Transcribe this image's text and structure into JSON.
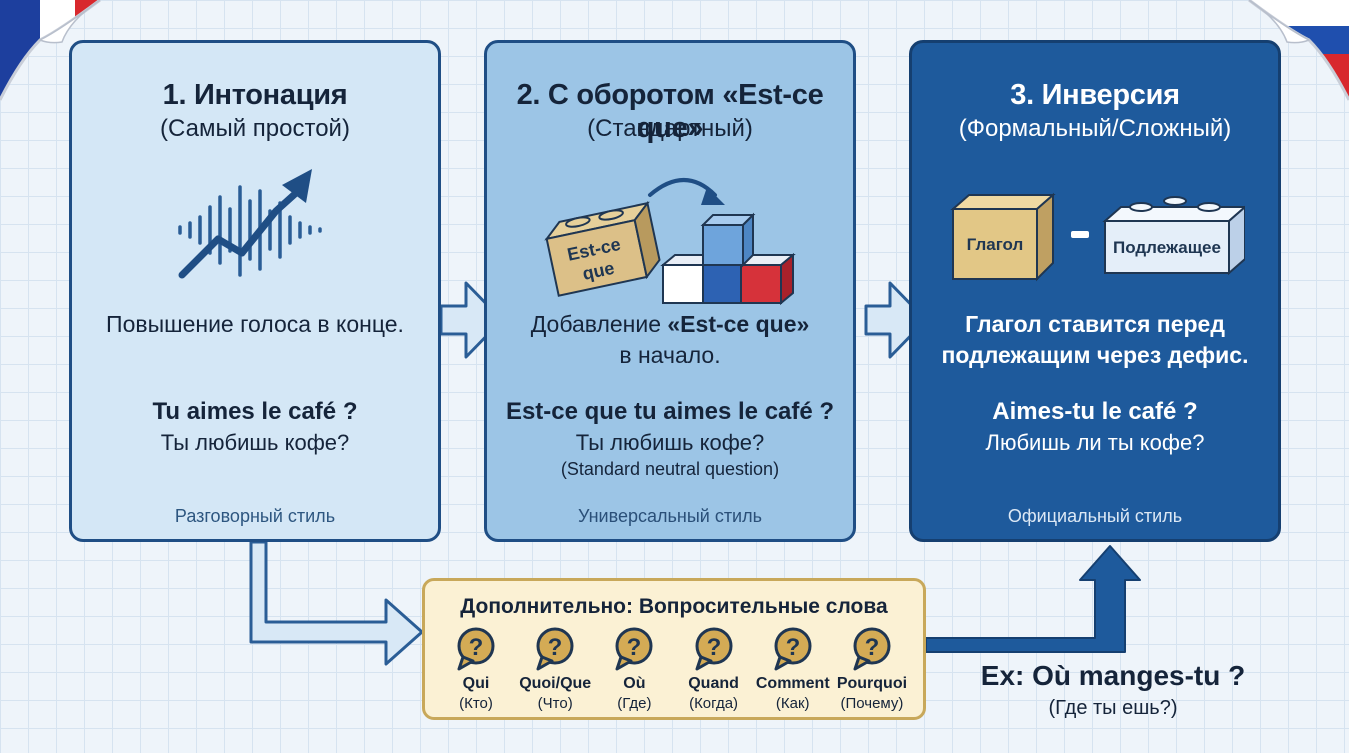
{
  "colors": {
    "panel1_bg": "#d4e7f6",
    "panel2_bg": "#9cc5e6",
    "panel3_bg": "#1e5a9c",
    "accent_blue": "#1f4e85",
    "extra_bg": "#fbf1d4",
    "extra_border": "#c8a85a",
    "qicon_fill": "#d4ab55"
  },
  "panels": [
    {
      "title": "1. Интонация",
      "subtitle": "(Самый простой)",
      "icon": "rising-intonation-wave-icon",
      "description": "Повышение голоса в конце.",
      "example": "Tu aimes le café ?",
      "translation": "Ты любишь кофе?",
      "footer": "Разговорный стиль"
    },
    {
      "title": "2. С оборотом «Est-ce que»",
      "subtitle": "(Стандартный)",
      "icon": "building-blocks-icon",
      "block_label_line1": "Est-ce",
      "block_label_line2": "que",
      "description_prefix": "Добавление ",
      "description_bold": "«Est-ce que»",
      "description_suffix": "в начало.",
      "example": "Est-ce que tu aimes le café ?",
      "translation": "Ты любишь кофе?",
      "note": "(Standard neutral question)",
      "footer": "Универсальный стиль"
    },
    {
      "title": "3. Инверсия",
      "subtitle": "(Формальный/Сложный)",
      "icon": "verb-subject-blocks-icon",
      "block_verb": "Глагол",
      "block_subject": "Подлежащее",
      "description": "Глагол ставится перед подлежащим через дефис.",
      "example": "Aimes-tu le café ?",
      "translation": "Любишь ли ты кофе?",
      "footer": "Официальный стиль"
    }
  ],
  "extra": {
    "title": "Дополнительно: Вопросительные слова",
    "icon_symbol": "?",
    "words": [
      {
        "fr": "Qui",
        "ru": "(Кто)"
      },
      {
        "fr": "Quoi/Que",
        "ru": "(Что)"
      },
      {
        "fr": "Où",
        "ru": "(Где)"
      },
      {
        "fr": "Quand",
        "ru": "(Когда)"
      },
      {
        "fr": "Comment",
        "ru": "(Как)"
      },
      {
        "fr": "Pourquoi",
        "ru": "(Почему)"
      }
    ]
  },
  "example_extra": {
    "text": "Ex: Où manges-tu ?",
    "translation": "(Где ты ешь?)"
  }
}
